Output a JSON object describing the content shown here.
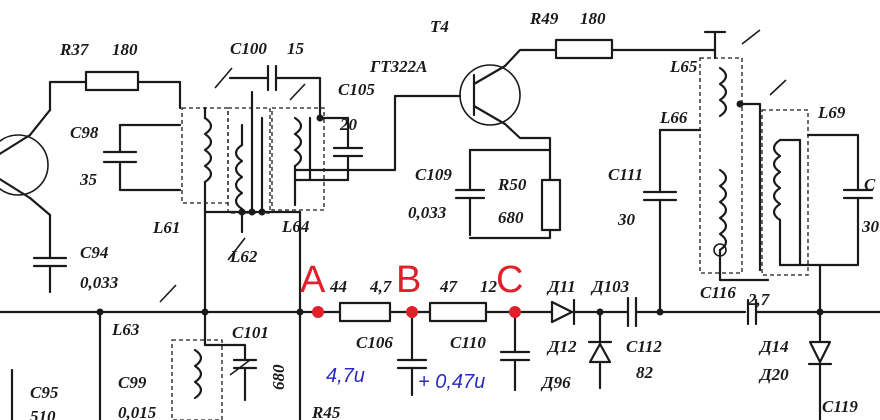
{
  "components": {
    "R37": "R37",
    "R37v": "180",
    "C100": "C100",
    "C100v": "15",
    "T4": "T4",
    "T4model": "ГТ322А",
    "R49": "R49",
    "R49v": "180",
    "C98": "C98",
    "C98v": "35",
    "C105": "C105",
    "C105v": "20",
    "L65": "L65",
    "L66": "L66",
    "L69": "L69",
    "C109": "C109",
    "C109v": "0,033",
    "R50": "R50",
    "R50v": "680",
    "C111": "C111",
    "C111v": "30",
    "L61": "L61",
    "L62": "L62",
    "L64": "L64",
    "C94": "C94",
    "C94v": "0,033",
    "C116": "C116",
    "C116v": "2,7",
    "L63": "L63",
    "R_A": "44",
    "R_B": "4,7",
    "R_C1": "47",
    "R_C2": "12",
    "D11": "Д11",
    "D103": "Д103",
    "C106": "C106",
    "C110": "C110",
    "C112": "C112",
    "C112v": "82",
    "D12": "Д12",
    "D96": "Д96",
    "D14": "Д14",
    "D20": "Д20",
    "C101": "C101",
    "C101v": "680",
    "C99": "C99",
    "C99v": "0,015",
    "C95": "C95",
    "C95v": "510",
    "R45": "R45",
    "C119": "C119",
    "C_right": "C",
    "C_right_v": "30"
  },
  "annotations": {
    "A": "A",
    "B": "B",
    "C": "C",
    "cap_b": "4,7u",
    "cap_c": "+ 0,47u"
  },
  "colors": {
    "wire": "#1a1a1a",
    "marker": "#e0202a",
    "annotation": "#2a2ac0"
  }
}
